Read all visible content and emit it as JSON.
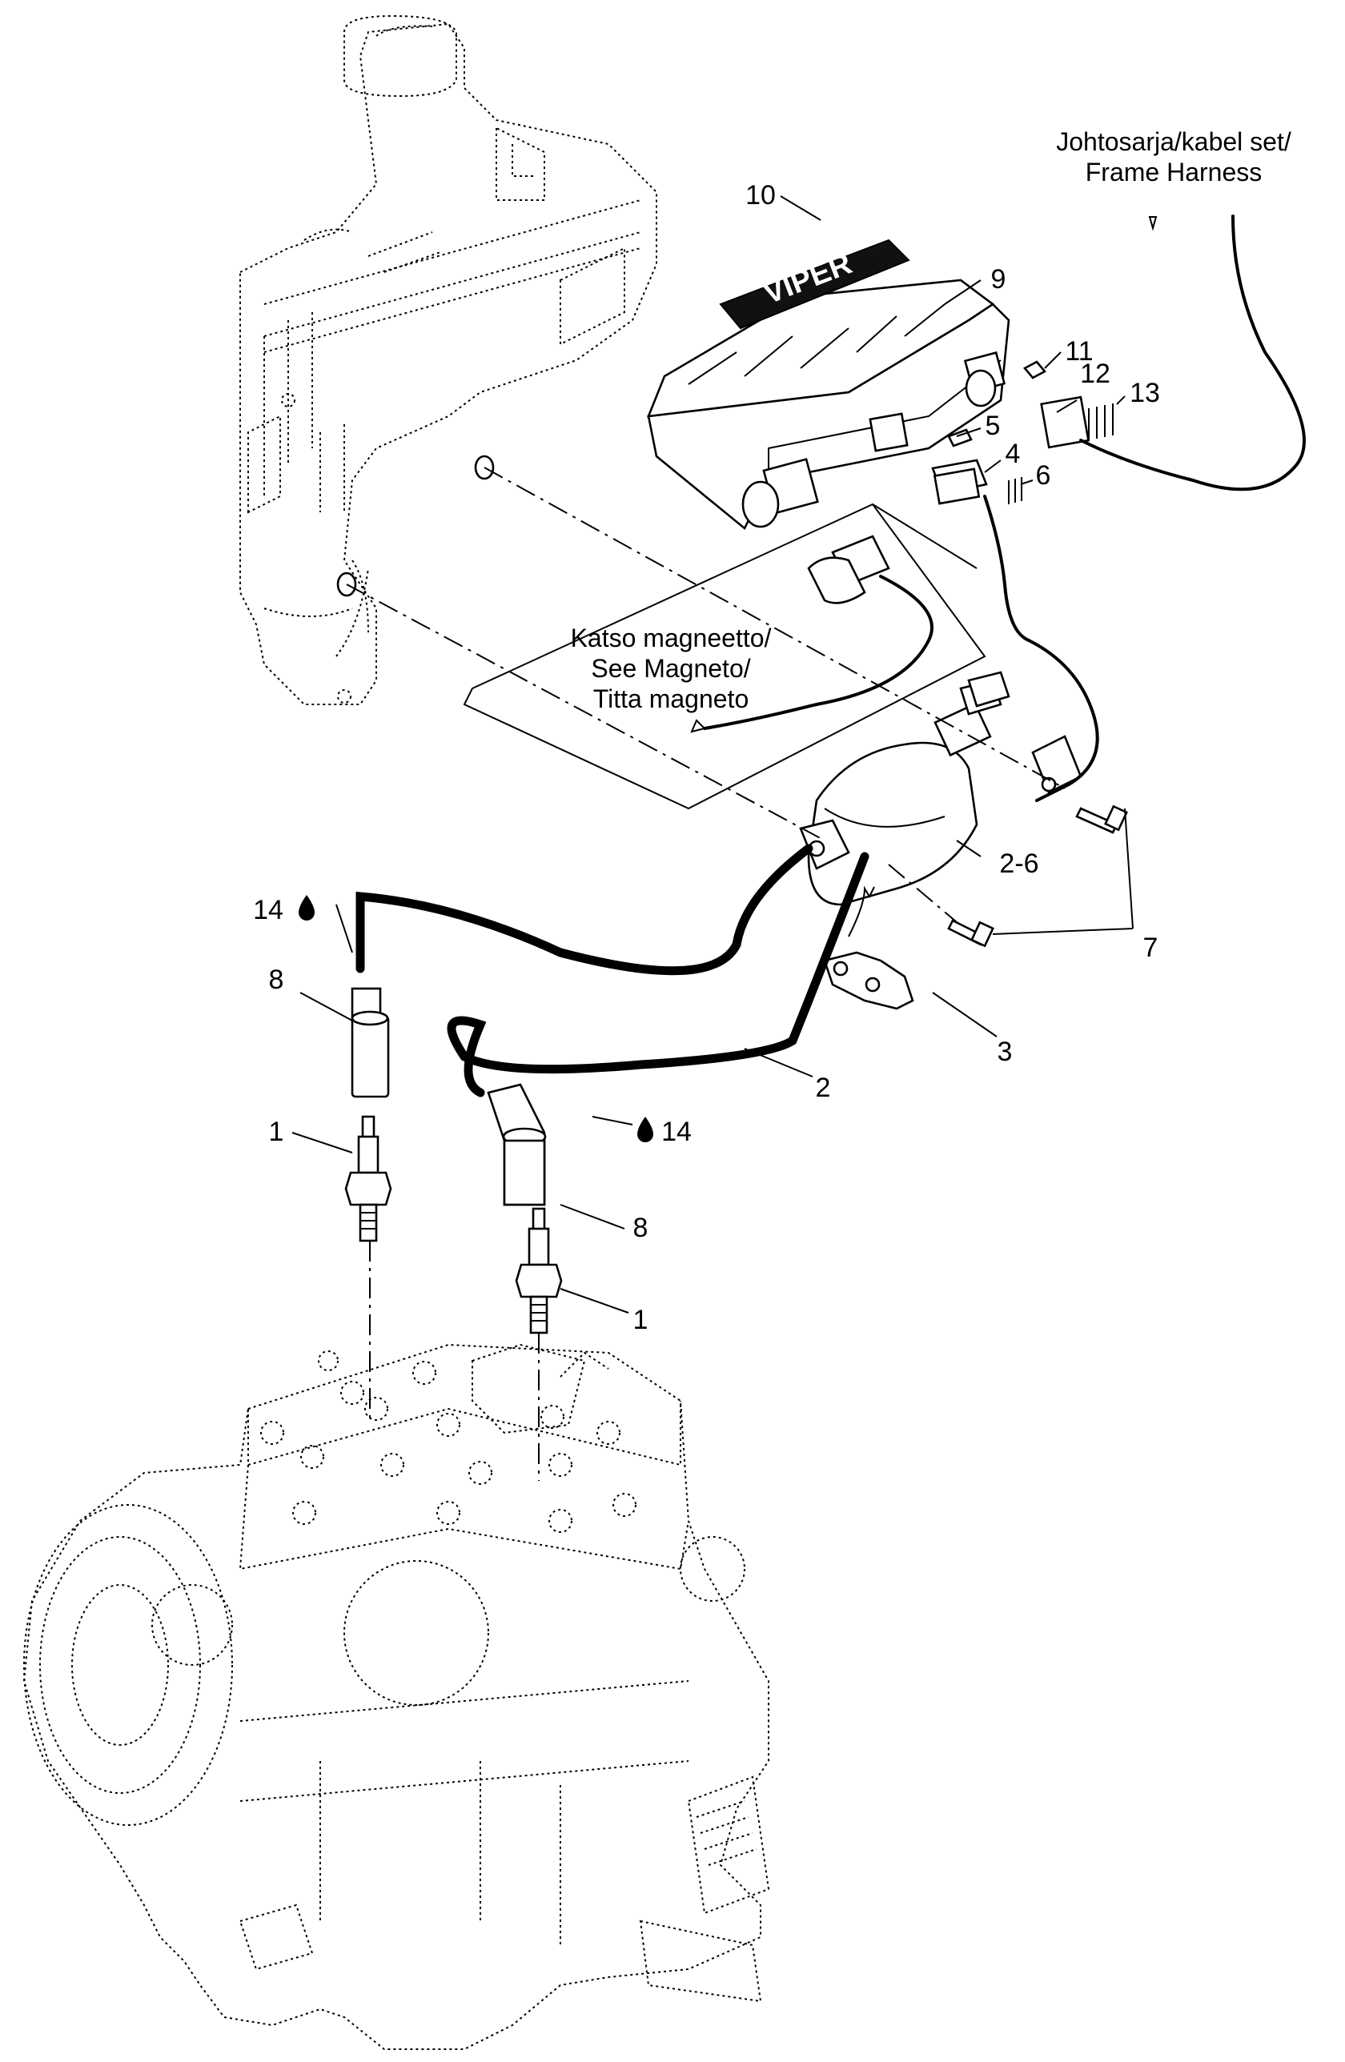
{
  "frame_harness_label": [
    "Johtosarja/kabel set/",
    "Frame Harness"
  ],
  "magneto_label": [
    "Katso magneetto/",
    "See Magneto/",
    "Titta magneto"
  ],
  "logo_text": "VIPER",
  "callouts": {
    "c1a": "1",
    "c1b": "1",
    "c2": "2",
    "c2_6": "2-6",
    "c3": "3",
    "c4": "4",
    "c5": "5",
    "c6": "6",
    "c7": "7",
    "c8a": "8",
    "c8b": "8",
    "c9": "9",
    "c10": "10",
    "c11": "11",
    "c12": "12",
    "c13": "13",
    "c14a": "14",
    "c14b": "14"
  }
}
